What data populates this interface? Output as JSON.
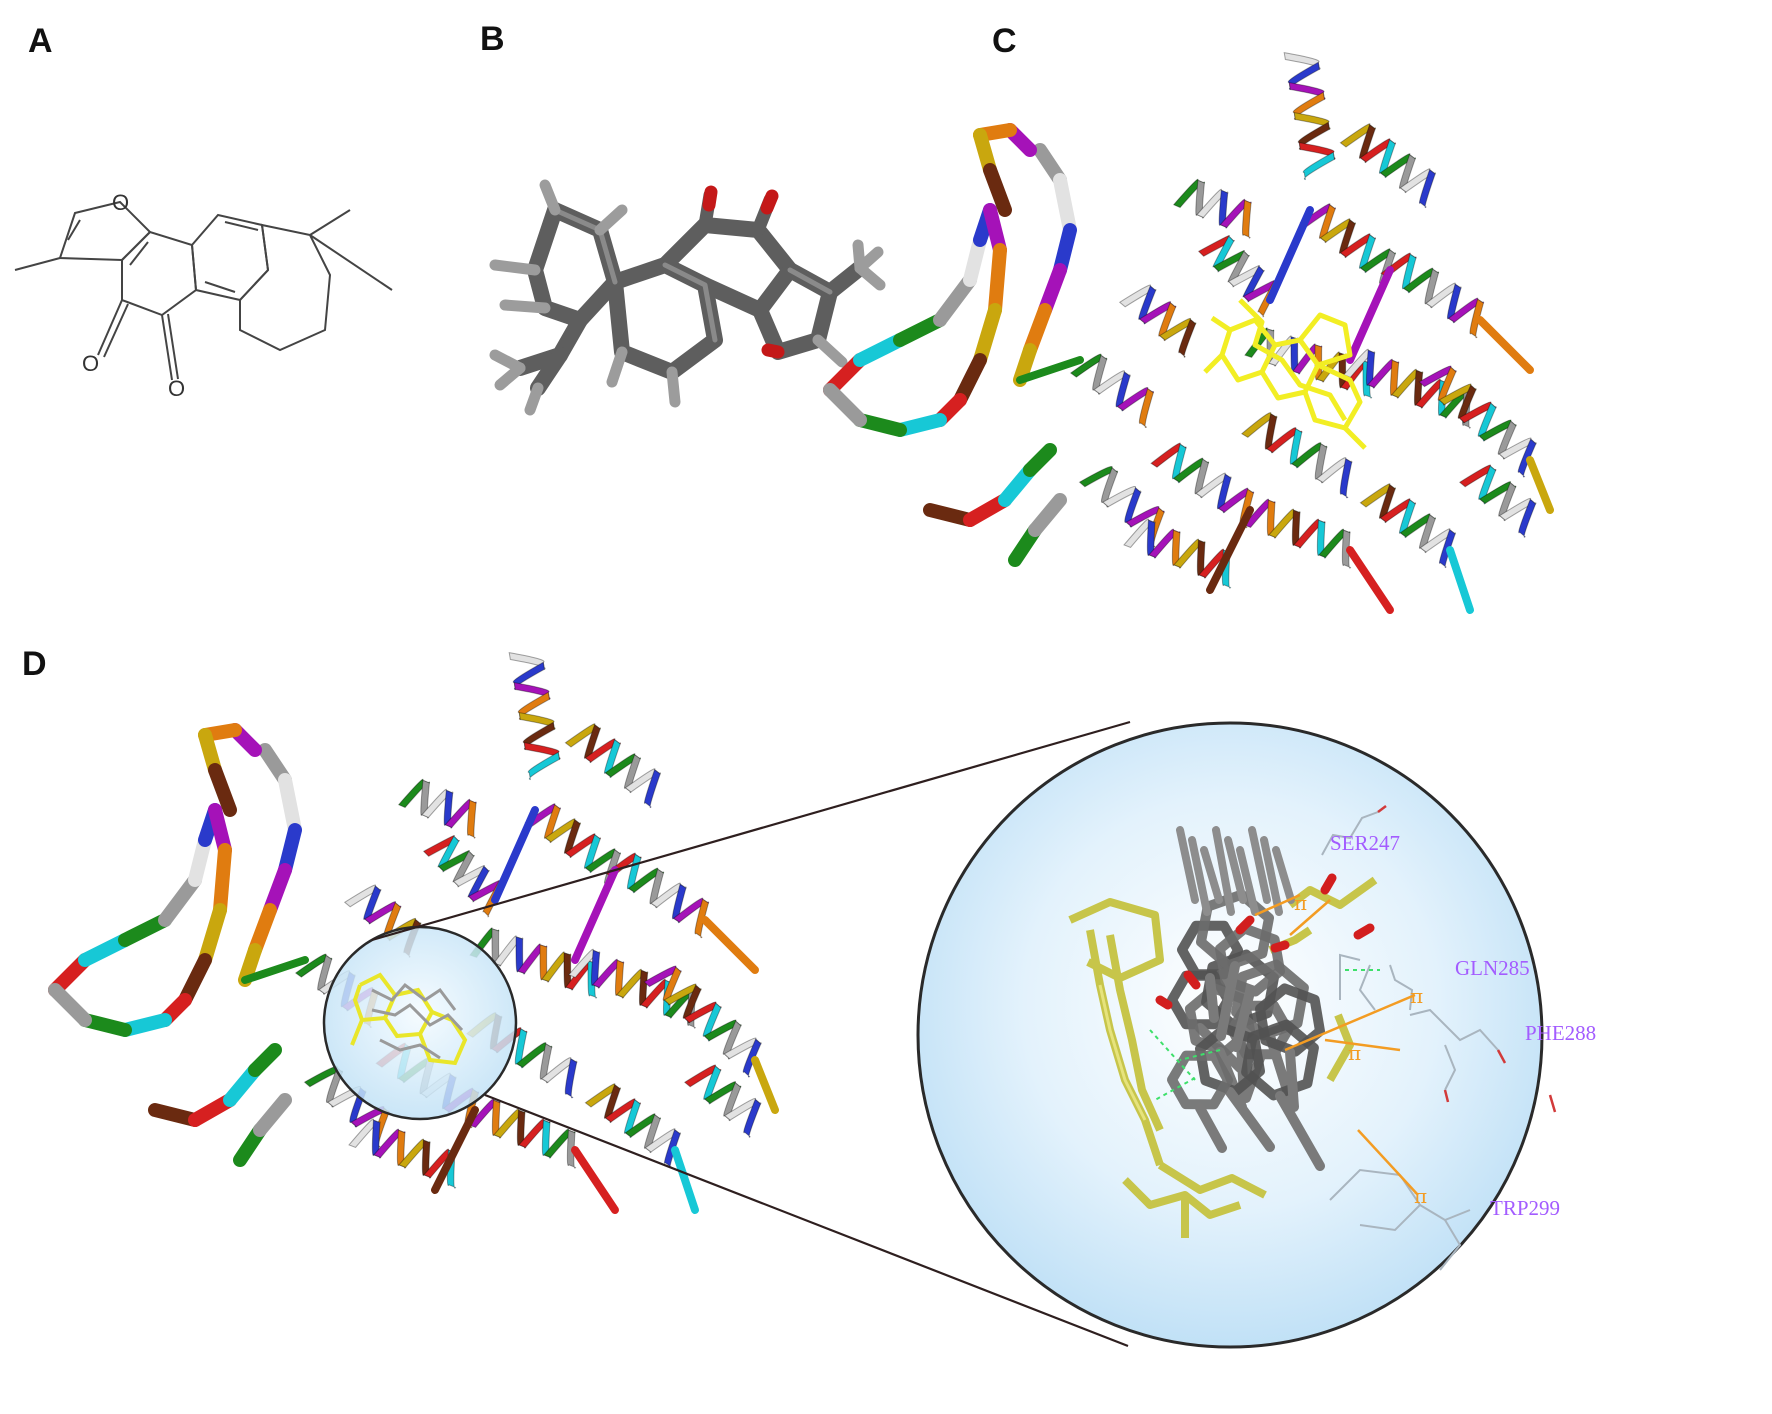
{
  "panels": {
    "a": {
      "label": "A"
    },
    "b": {
      "label": "B"
    },
    "c": {
      "label": "C"
    },
    "d": {
      "label": "D"
    }
  },
  "molecule_2d": {
    "atoms": [
      "O",
      "O",
      "O"
    ]
  },
  "residues": [
    "SER247",
    "GLN285",
    "PHE288",
    "TRP299"
  ],
  "pi_labels": [
    "π",
    "π",
    "π",
    "π"
  ],
  "colors": {
    "background": "#ffffff",
    "ligand": "#e8e830",
    "ligand_dark": "#c7c54a",
    "stick_gray": "#6e6e6e",
    "oxygen": "#d31a1a",
    "residue_text": "#a35cff",
    "pi_bond": "#f39c23",
    "hbond": "#3ee06b",
    "zoom_fill": "#d5ecfb",
    "ribbon_palette": [
      "#d62020",
      "#17c8d6",
      "#1c8a1c",
      "#9a9a9a",
      "#e2e2e2",
      "#2a3acb",
      "#a512b8",
      "#e07c10",
      "#c9a70e",
      "#6a2a10"
    ]
  }
}
